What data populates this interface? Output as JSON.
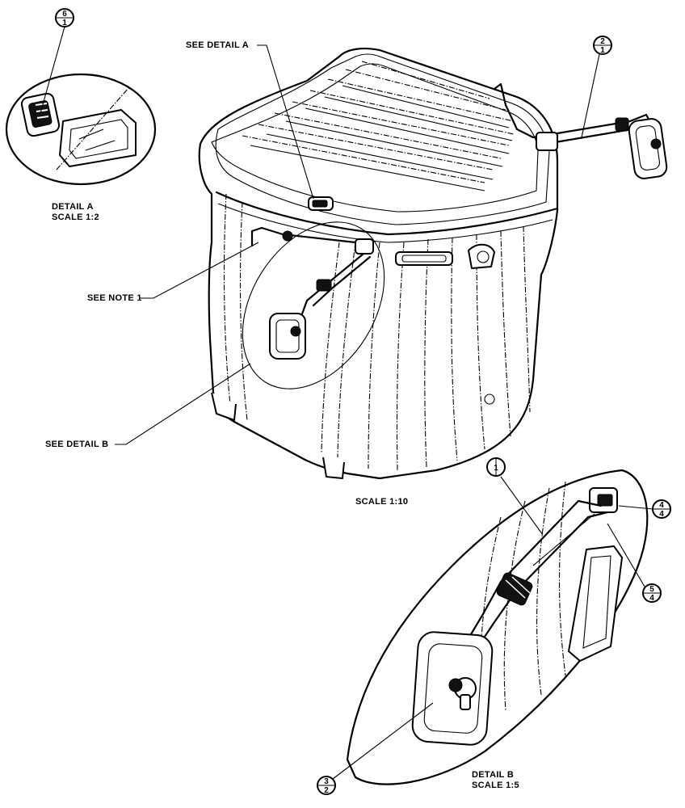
{
  "labels": {
    "see_detail_a": "SEE DETAIL  A",
    "see_note_1": "SEE NOTE 1",
    "see_detail_b": "SEE DETAIL  B",
    "scale_main": "SCALE  1:10",
    "detail_a_title": "DETAIL  A",
    "detail_a_scale": "SCALE  1:2",
    "detail_b_title": "DETAIL  B",
    "detail_b_scale": "SCALE  1:5"
  },
  "balloons": [
    {
      "id": "balloon-6",
      "top": "6",
      "bottom": "1"
    },
    {
      "id": "balloon-2",
      "top": "2",
      "bottom": "1"
    },
    {
      "id": "balloon-1",
      "top": "1",
      "bottom": ""
    },
    {
      "id": "balloon-4",
      "top": "4",
      "bottom": "4"
    },
    {
      "id": "balloon-5",
      "top": "5",
      "bottom": "4"
    },
    {
      "id": "balloon-3",
      "top": "3",
      "bottom": "2"
    }
  ]
}
